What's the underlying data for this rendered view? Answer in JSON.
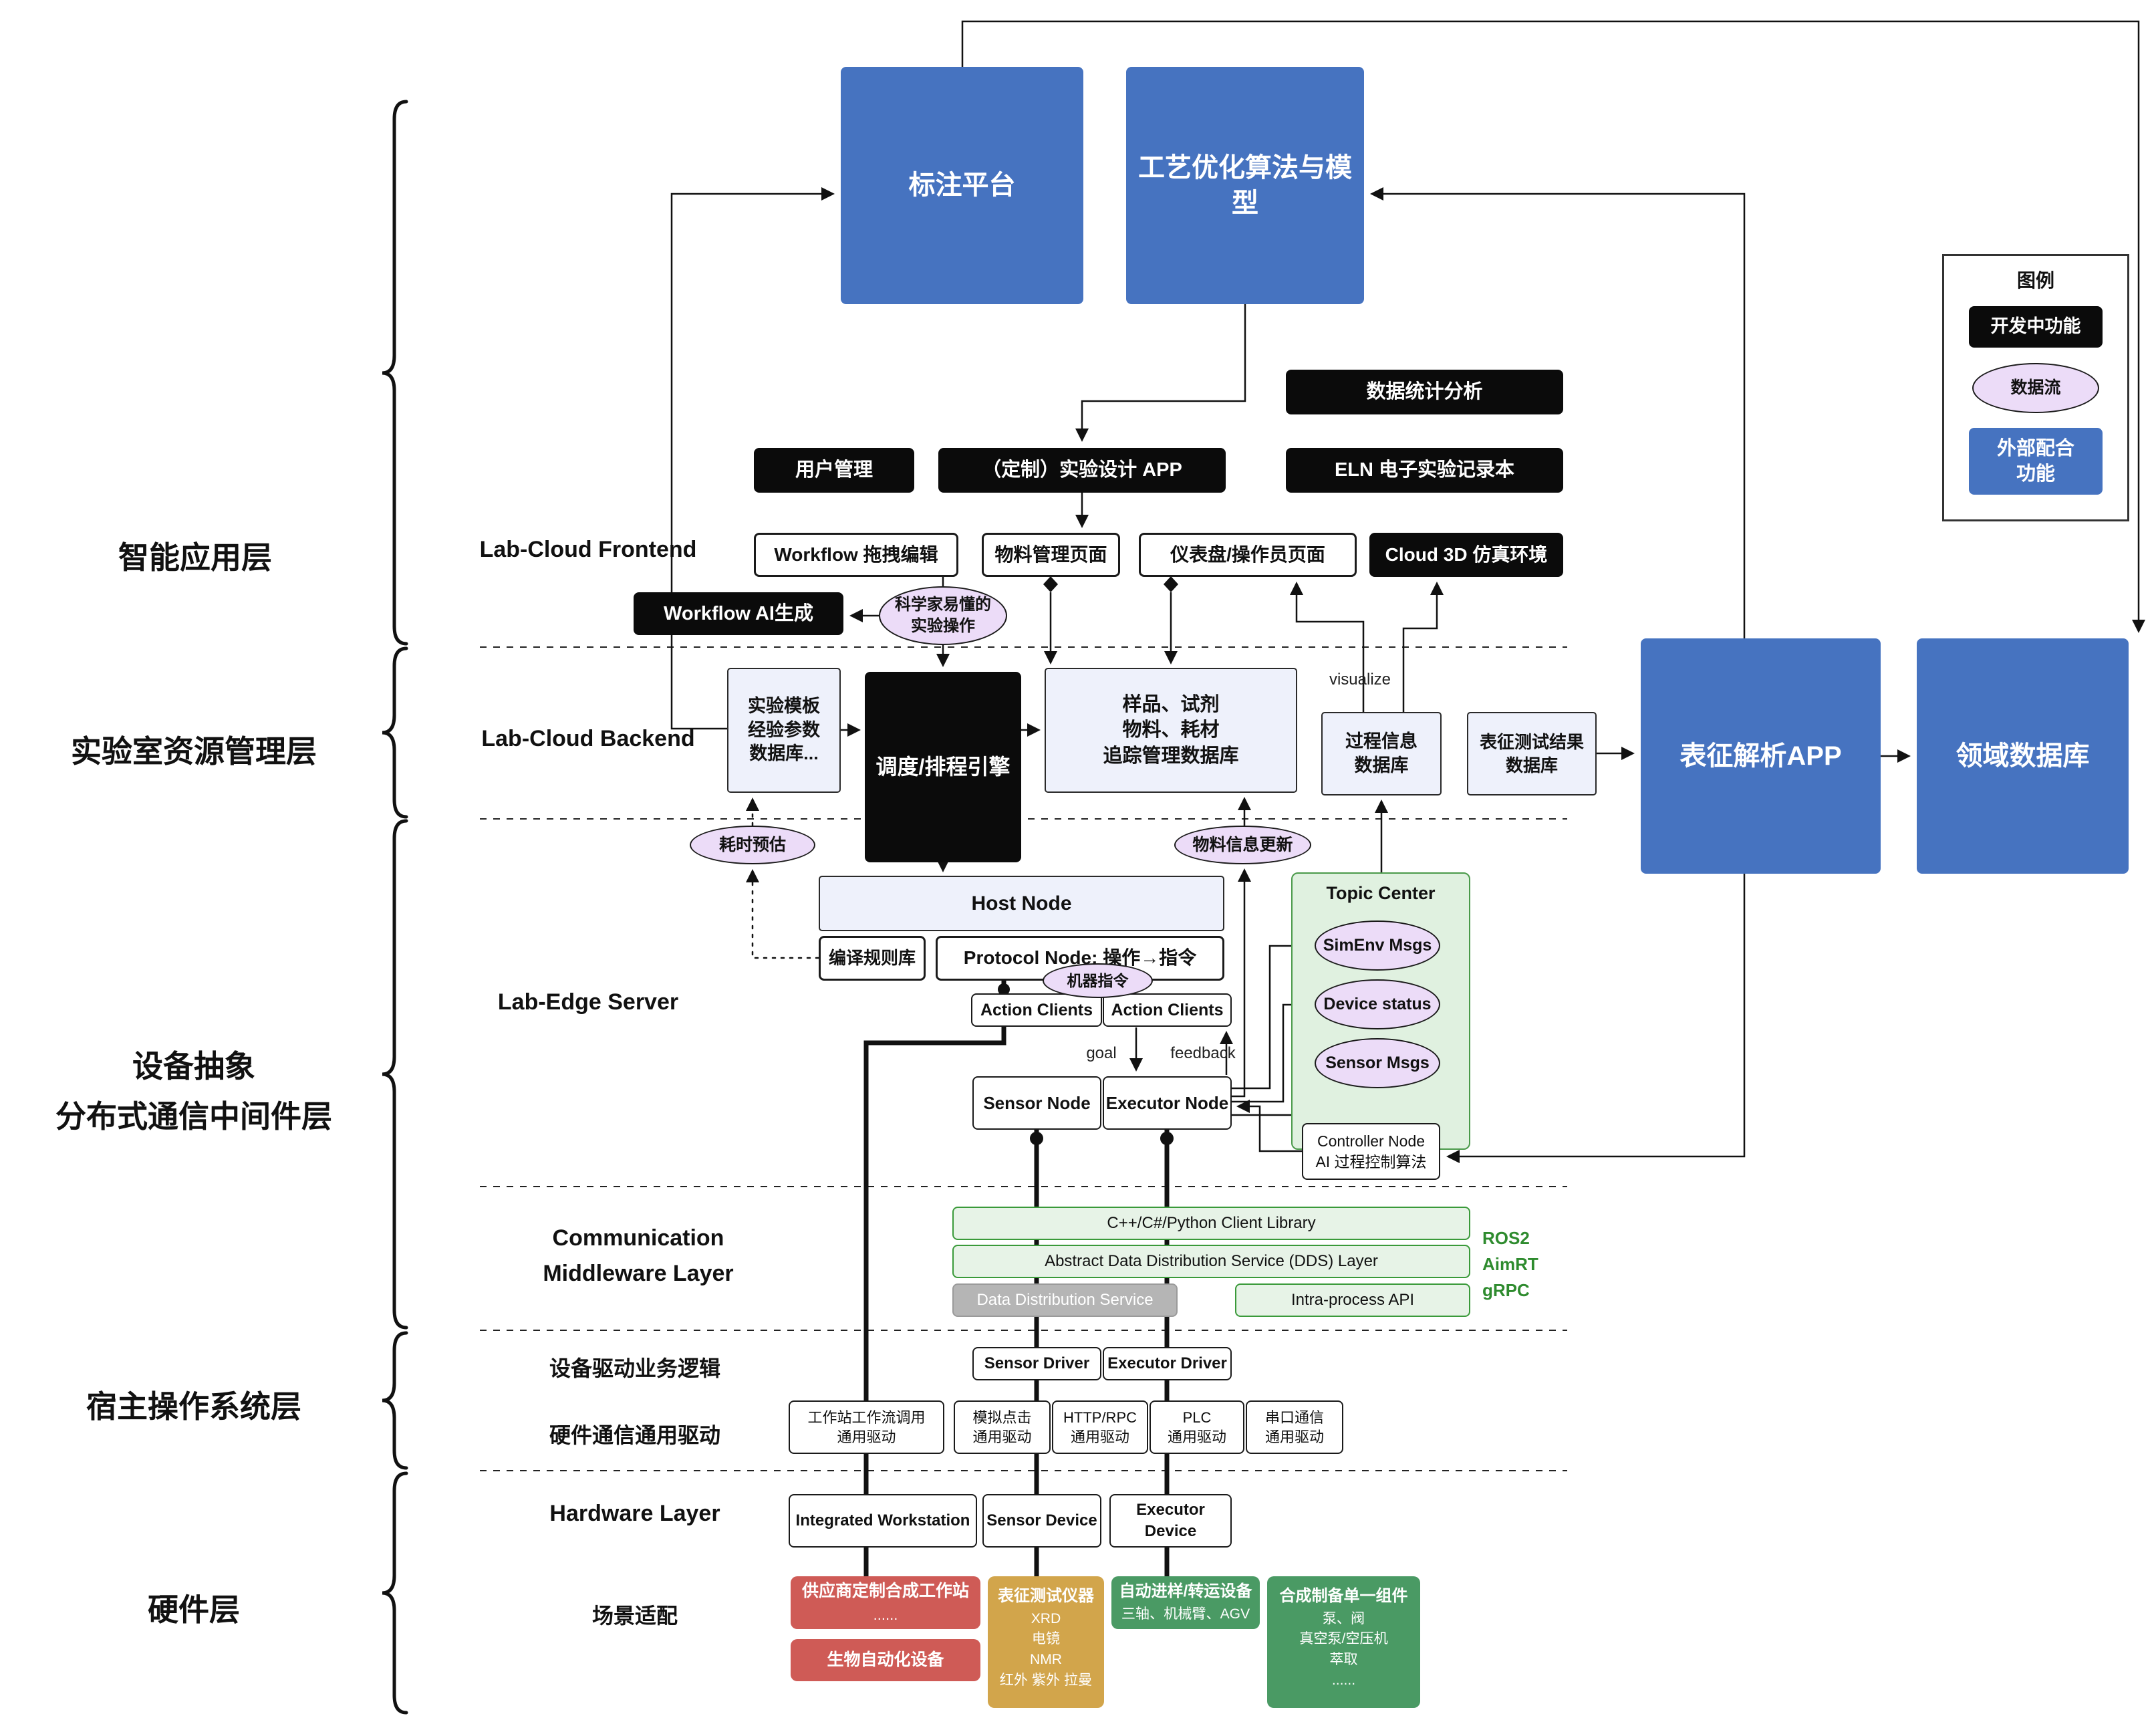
{
  "layers": {
    "intelligent_app": "智能应用层",
    "lab_resource": "实验室资源管理层",
    "device_abstraction": "设备抽象\n分布式通信中间件层",
    "host_os": "宿主操作系统层",
    "hardware": "硬件层"
  },
  "sections": {
    "frontend": "Lab-Cloud Frontend",
    "backend": "Lab-Cloud Backend",
    "edge_server": "Lab-Edge Server",
    "comm_middleware": "Communication\nMiddleware Layer",
    "driver_logic": "设备驱动业务逻辑",
    "hw_comm_driver": "硬件通信通用驱动",
    "hardware_layer": "Hardware Layer",
    "scenario": "场景适配"
  },
  "legend": {
    "title": "图例",
    "in_dev": "开发中功能",
    "data_flow": "数据流",
    "external": "外部配合\n功能"
  },
  "app_layer": {
    "annotation_platform": "标注平台",
    "process_optimization": "工艺优化算法与模型",
    "data_statistics": "数据统计分析",
    "user_management": "用户管理",
    "custom_exp_app": "（定制）实验设计 APP",
    "eln": "ELN 电子实验记录本",
    "workflow_edit": "Workflow 拖拽编辑",
    "material_page": "物料管理页面",
    "dashboard_page": "仪表盘/操作员页面",
    "cloud_3d": "Cloud 3D 仿真环境",
    "workflow_ai": "Workflow AI生成",
    "sci_ops": "科学家易懂的\n实验操作"
  },
  "backend_layer": {
    "template_db": "实验模板\n经验参数\n数据库...",
    "scheduler": "调度/排程引擎",
    "sample_db": "样品、试剂\n物料、耗材\n追踪管理数据库",
    "process_db": "过程信息\n数据库",
    "charact_db": "表征测试结果\n数据库",
    "charact_app": "表征解析APP",
    "domain_db": "领域数据库",
    "visualize": "visualize",
    "time_estimate": "耗时预估",
    "material_update": "物料信息更新"
  },
  "edge_layer": {
    "host_node": "Host Node",
    "rule_lib": "编译规则库",
    "protocol_node": "Protocol Node: 操作→指令",
    "machine_cmd": "机器指令",
    "action_clients_left": "Action Clients",
    "action_clients_right": "Action Clients",
    "goal": "goal",
    "feedback": "feedback",
    "sensor_node": "Sensor Node",
    "executor_node": "Executor Node",
    "topic_center": "Topic Center",
    "simenv_msgs": "SimEnv Msgs",
    "device_status": "Device status",
    "sensor_msgs": "Sensor Msgs",
    "controller_node": "Controller Node\nAI 过程控制算法"
  },
  "middleware_layer": {
    "client_lib": "C++/C#/Python Client Library",
    "dds_abstract": "Abstract Data Distribution Service (DDS) Layer",
    "dds": "Data Distribution Service",
    "intra_api": "Intra-process API",
    "stack": "ROS2\nAimRT\ngRPC"
  },
  "os_layer": {
    "sensor_driver": "Sensor Driver",
    "executor_driver": "Executor Driver",
    "ws_driver": "工作站工作流调用\n通用驱动",
    "click_driver": "模拟点击\n通用驱动",
    "http_driver": "HTTP/RPC\n通用驱动",
    "plc_driver": "PLC\n通用驱动",
    "serial_driver": "串口通信\n通用驱动"
  },
  "hardware_layer": {
    "workstation": "Integrated Workstation",
    "sensor_device": "Sensor Device",
    "executor_device": "Executor Device"
  },
  "scenario_layer": {
    "vendor_ws_title": "供应商定制合成工作站",
    "vendor_ws_body": "......",
    "bio": "生物自动化设备",
    "charact_title": "表征测试仪器",
    "charact_body": "XRD\n电镜\nNMR\n红外 紫外 拉曼",
    "transfer_title": "自动进样/转运设备",
    "transfer_body": "三轴、机械臂、AGV",
    "synthesis_title": "合成制备单一组件",
    "synthesis_body": "泵、阀\n真空泵/空压机\n萃取\n......"
  },
  "colors": {
    "external_blue": "#4673c0",
    "in_dev_black": "#0b0b0b",
    "data_flow_purple": "#ecdcf8",
    "db_lavender": "#eef1fb",
    "topic_green": "#e0f1e0",
    "scenario_red": "#cf5b56",
    "scenario_gold": "#d2a54b",
    "scenario_green": "#4a9a64"
  }
}
